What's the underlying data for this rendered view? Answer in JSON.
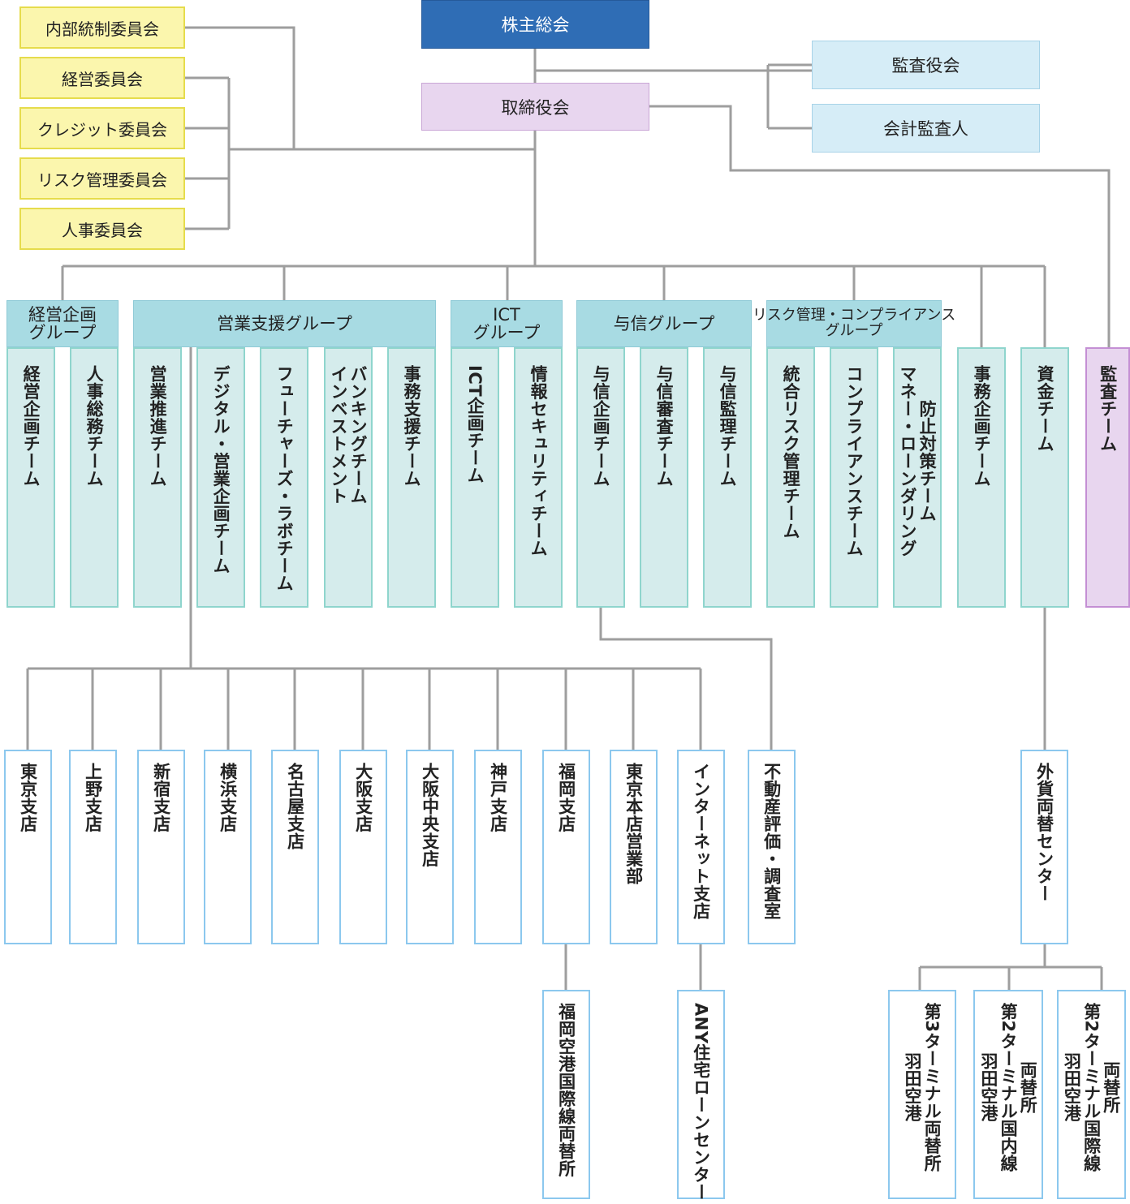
{
  "top": {
    "shareholders": "株主総会",
    "board": "取締役会",
    "auditors": "監査役会",
    "accounting_auditor": "会計監査人"
  },
  "committees": [
    "内部統制委員会",
    "経営委員会",
    "クレジット委員会",
    "リスク管理委員会",
    "人事委員会"
  ],
  "groups": {
    "management_planning": "経営企画\nグループ",
    "sales_support": "営業支援グループ",
    "ict": "ICT\nグループ",
    "credit": "与信グループ",
    "risk_compliance": "リスク管理・コンプライアンス\nグループ"
  },
  "teams": {
    "mgmt_planning": "経営企画チーム",
    "hr_general": "人事総務チーム",
    "sales_promo": "営業推進チーム",
    "digital_sales": "デジタル・営業企画チーム",
    "futures_labo": "フューチャーズ・ラボチーム",
    "banking_invest": "バンキングチーム\nインベストメント",
    "office_support": "事務支援チーム",
    "ict_planning": "ICT企画チーム",
    "info_security": "情報セキュリティチーム",
    "credit_planning": "与信企画チーム",
    "credit_review": "与信審査チーム",
    "credit_supervision": "与信監理チーム",
    "integrated_risk": "統合リスク管理チーム",
    "compliance": "コンプライアンスチーム",
    "aml": "防止対策チーム\nマネー・ローンダリング",
    "office_planning": "事務企画チーム",
    "treasury": "資金チーム",
    "audit": "監査チーム"
  },
  "branches": {
    "tokyo": "東京支店",
    "ueno": "上野支店",
    "shinjuku": "新宿支店",
    "yokohama": "横浜支店",
    "nagoya": "名古屋支店",
    "osaka": "大阪支店",
    "osaka_chuo": "大阪中央支店",
    "kobe": "神戸支店",
    "fukuoka": "福岡支店",
    "tokyo_main": "東京本店営業部",
    "internet": "インターネット支店",
    "real_estate": "不動産評価・調査室",
    "fx_center": "外貨両替センター",
    "fukuoka_airport": "福岡空港国際線両替所",
    "any_housing": "ANY住宅ローンセンター",
    "haneda_t3": "第3ターミナル両替所\n羽田空港",
    "haneda_t2_dom": "両替所\n第2ターミナル国内線\n羽田空港",
    "haneda_t2_intl": "両替所\n第2ターミナル国際線\n羽田空港"
  },
  "colors": {
    "connector": "#9e9e9e",
    "shareholders_fill": "#2f6db5",
    "committee_fill": "#fbf6ad",
    "group_fill": "#a8dbe3",
    "team_fill": "#d5ecec",
    "branch_border": "#8cc8ee",
    "board_fill": "#e8d6ef"
  }
}
